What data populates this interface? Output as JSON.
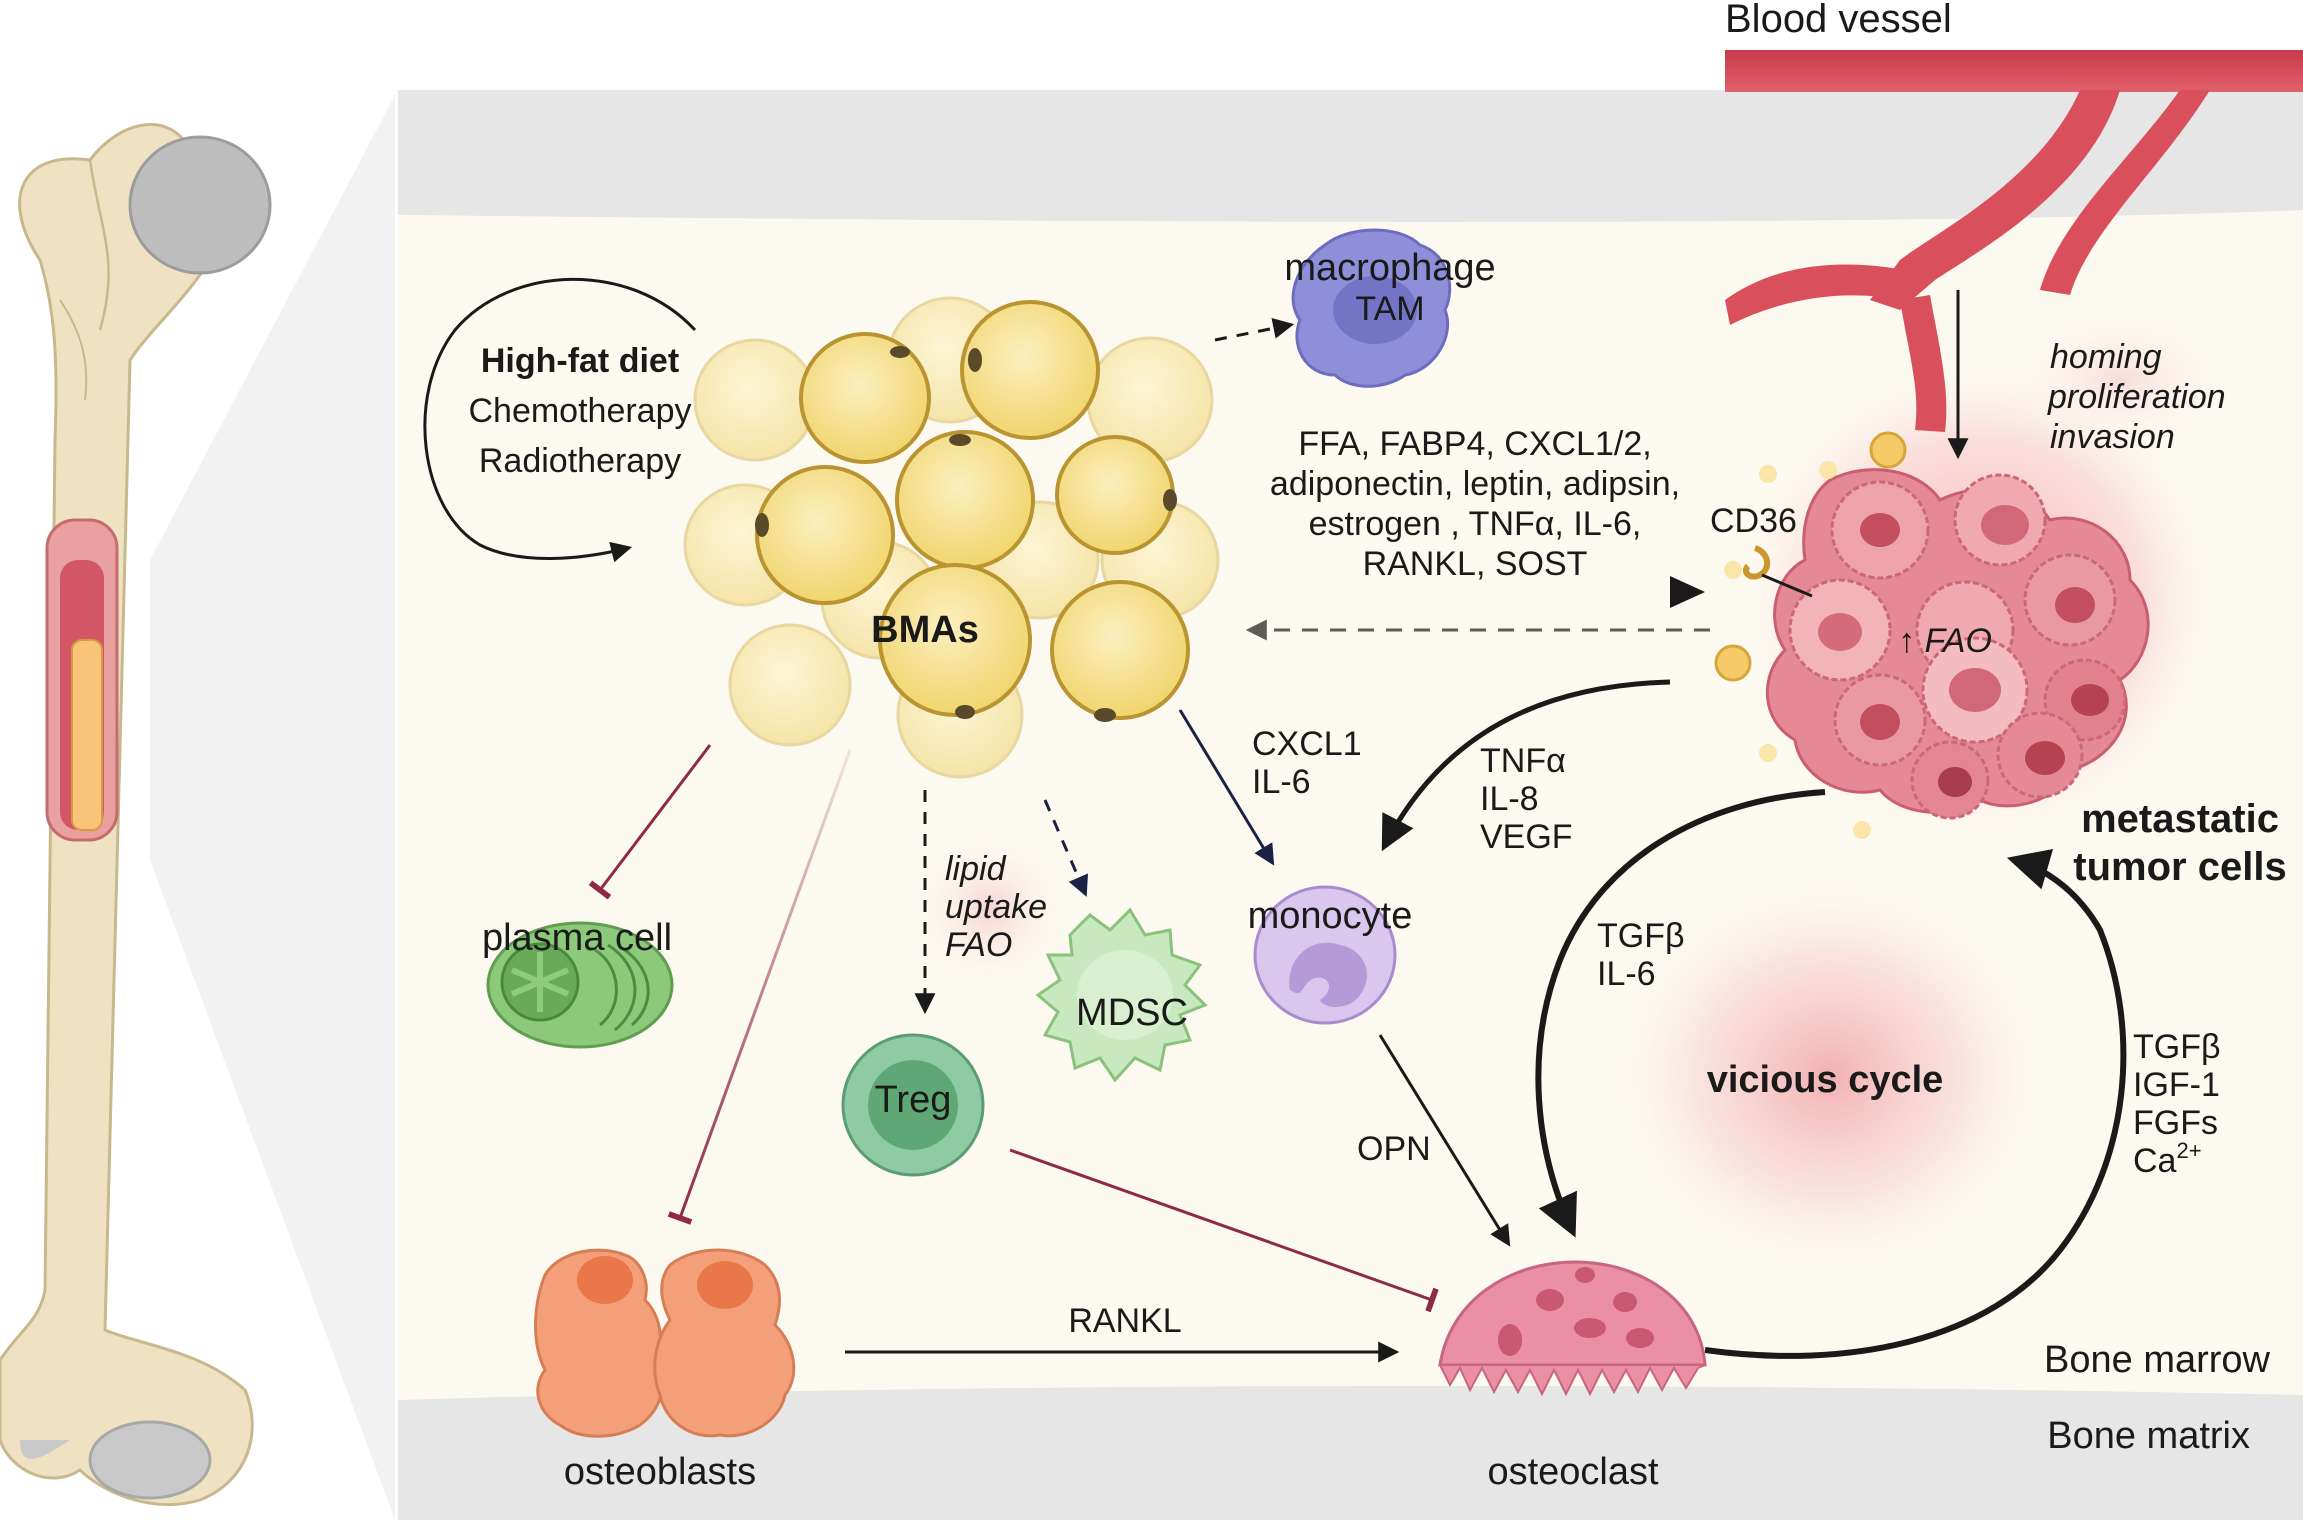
{
  "labels": {
    "blood_vessel": "Blood vessel",
    "bone_marrow": "Bone marrow",
    "bone_matrix": "Bone matrix",
    "bmas": "BMAs",
    "macrophage": "macrophage",
    "tam": "TAM",
    "plasma_cell": "plasma cell",
    "treg": "Treg",
    "mdsc": "MDSC",
    "monocyte": "monocyte",
    "osteoblasts": "osteoblasts",
    "osteoclast": "osteoclast",
    "metastatic_line1": "metastatic",
    "metastatic_line2": "tumor cells",
    "vicious_cycle": "vicious cycle",
    "cd36": "CD36",
    "fao_tumor": "↑ FAO"
  },
  "stimuli": [
    "High-fat diet",
    "Chemotherapy",
    "Radiotherapy"
  ],
  "secreted_factors": [
    "FFA, FABP4, CXCL1/2,",
    "adiponectin, leptin, adipsin,",
    "estrogen , TNFα, IL-6,",
    "RANKL, SOST"
  ],
  "tumor_effects": [
    "homing",
    "proliferation",
    "invasion"
  ],
  "lipid_labels": [
    "lipid",
    "uptake",
    "FAO"
  ],
  "bma_to_monocyte": [
    "CXCL1",
    "IL-6"
  ],
  "tumor_to_monocyte": [
    "TNFα",
    "IL-8",
    "VEGF"
  ],
  "tumor_to_osteoclast": [
    "TGFβ",
    "IL-6"
  ],
  "bone_to_tumor": [
    "TGFβ",
    "IGF-1",
    "FGFs",
    "Ca"
  ],
  "bone_to_tumor_sup": "2+",
  "monocyte_to_osteoclast": "OPN",
  "osteoblast_to_osteoclast": "RANKL",
  "colors": {
    "marrow": "#fcf9f0",
    "bone_matrix": "#e6e6e6",
    "vessel": "#d9505c",
    "adipocyte": "#f7e39a",
    "adipocyte_border": "#b99430",
    "tumor": "#e8838f",
    "inhibit": "#8e2a43",
    "plasma": "#8dc97a",
    "treg": "#6fb98a",
    "mdsc": "#c8e9c0",
    "macrophage": "#8f8fd9",
    "monocyte": "#c9b5e3",
    "osteoblast": "#f3a07a",
    "osteoclast": "#ea8fa5"
  }
}
